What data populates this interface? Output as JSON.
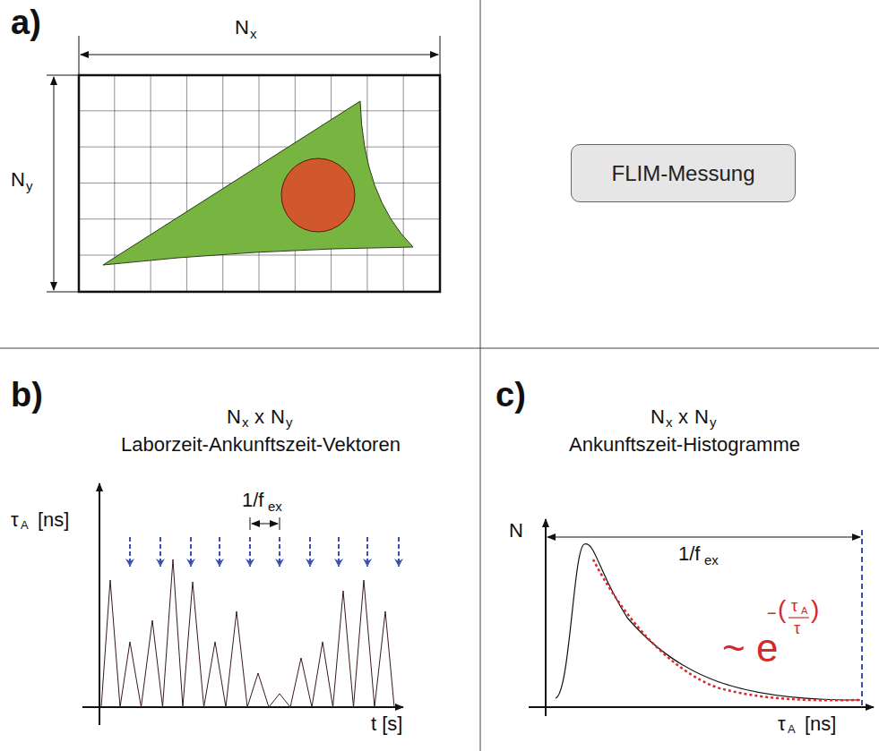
{
  "diagram": {
    "nodes": [
      {
        "text": [
          "FLIM-Messung"
        ]
      }
    ],
    "labels": [
      "a)",
      "N",
      "x",
      "N",
      "y",
      "b)",
      "N",
      "x",
      "x",
      "N",
      "y",
      "Laborzeit-Ankunftszeit-Vektoren",
      "τ",
      "A",
      "[ns]",
      "1/f",
      "ex",
      "t [s]",
      "c)",
      "N",
      "x",
      "x",
      "N",
      "y",
      "Ankunftszeit-Histogramme",
      "N",
      "1/f",
      "ex",
      "~ e",
      "−",
      "(",
      "τ",
      "A",
      "τ",
      ")",
      "τ",
      "A",
      "[ns]"
    ]
  }
}
